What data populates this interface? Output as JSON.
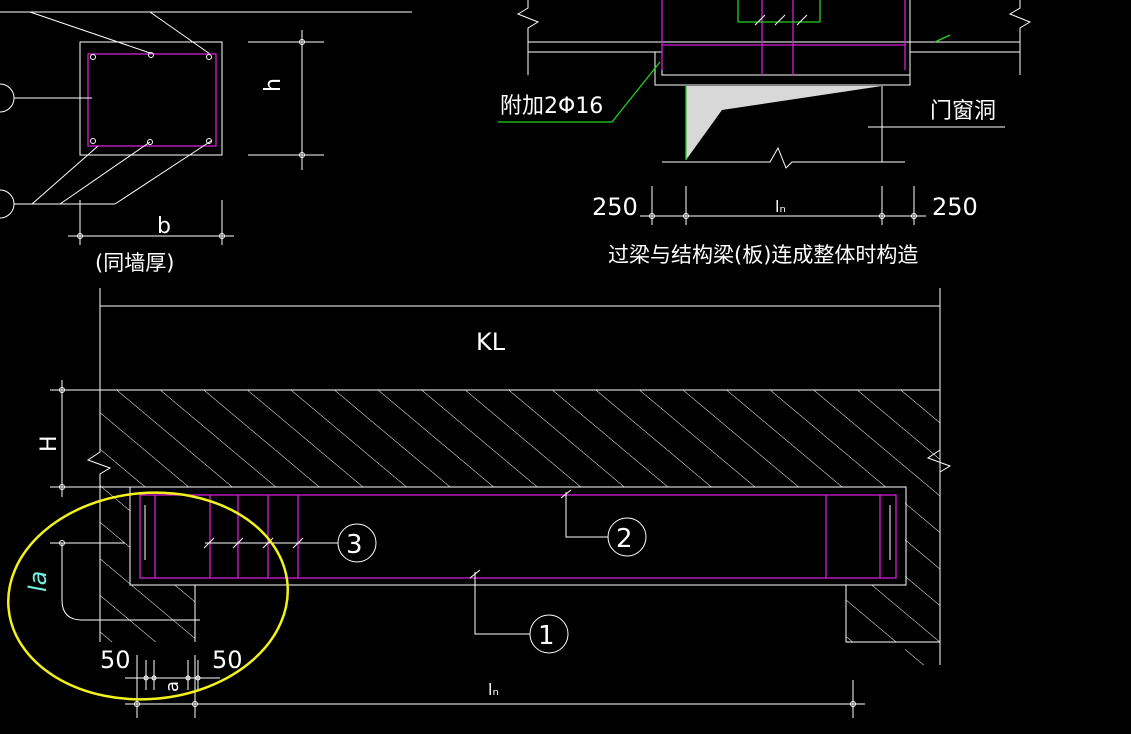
{
  "top_left_detail": {
    "dim_h": "h",
    "dim_b": "b",
    "wall_note": "(同墙厚)"
  },
  "top_right_detail": {
    "rebar_note": "附加2Φ16",
    "opening_label": "门窗洞",
    "dim_left": "250",
    "dim_span": "lₙ",
    "dim_right": "250",
    "caption": "过梁与结构梁(板)连成整体时构造"
  },
  "main_detail": {
    "beam_label": "KL",
    "dim_H": "H",
    "dim_la": "la",
    "callout_1": "1",
    "callout_2": "2",
    "callout_3": "3",
    "dim_50_left": "50",
    "dim_a": "a",
    "dim_50_right": "50",
    "dim_span": "lₙ"
  },
  "colors": {
    "background": "#000000",
    "line": "#ffffff",
    "rebar": "#d31fd3",
    "leader": "#22d322",
    "highlight": "#f2f21a",
    "dim_la": "#6ff0e0"
  }
}
